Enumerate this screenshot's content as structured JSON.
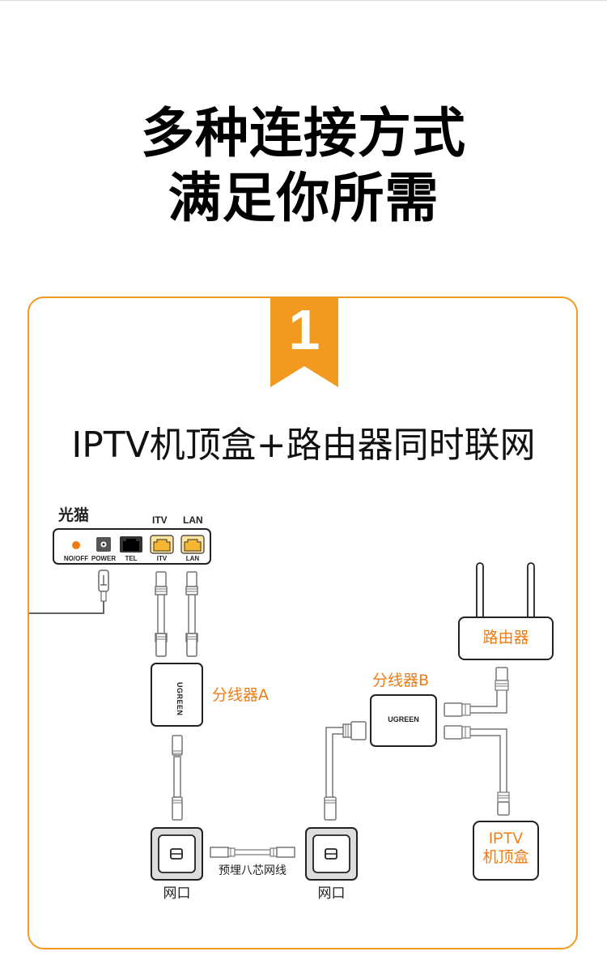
{
  "headline": {
    "line1": "多种连接方式",
    "line2": "满足你所需"
  },
  "step": {
    "number": "1",
    "title": "IPTV机顶盒+路由器同时联网"
  },
  "colors": {
    "accent": "#f29a1f",
    "label_orange": "#f07b12",
    "port_yellow": "#f5b731",
    "text": "#111111"
  },
  "modem": {
    "label": "光猫",
    "top_labels": [
      "ITV",
      "LAN"
    ],
    "ports": [
      {
        "name": "power-switch",
        "label": "NO/OFF"
      },
      {
        "name": "power-jack",
        "label": "POWER"
      },
      {
        "name": "tel-port",
        "label": "TEL"
      },
      {
        "name": "itv-port",
        "label": "ITV"
      },
      {
        "name": "lan-port",
        "label": "LAN"
      }
    ]
  },
  "splitter_a": {
    "label": "分线器A",
    "brand": "UGREEN"
  },
  "splitter_b": {
    "label": "分线器B",
    "brand": "UGREEN"
  },
  "router": {
    "label": "路由器"
  },
  "stb": {
    "line1": "IPTV",
    "line2": "机顶盒"
  },
  "wall_ports": {
    "left_label": "网口",
    "right_label": "网口",
    "cable_label": "预埋八芯网线"
  }
}
